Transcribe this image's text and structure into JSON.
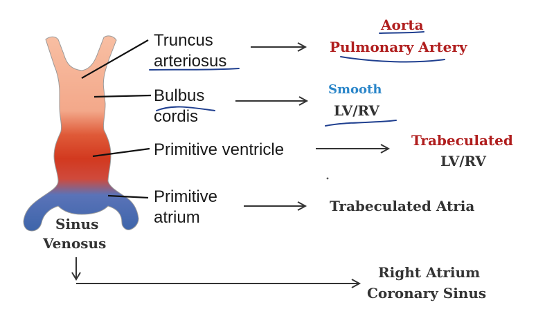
{
  "labels": {
    "truncus_line1": "Truncus",
    "truncus_line2": "arteriosus",
    "bulbus_line1": "Bulbus",
    "bulbus_line2": "cordis",
    "primitive_ventricle": "Primitive ventricle",
    "primitive_atrium_line1": "Primitive",
    "primitive_atrium_line2": "atrium",
    "sinus_line1": "Sinus",
    "sinus_line2": "Venosus"
  },
  "outcomes": {
    "truncus_line1": "Aorta",
    "truncus_line2": "Pulmonary Artery",
    "bulbus_line1": "Smooth",
    "bulbus_line2": "LV/RV",
    "ventricle_line1": "Trabeculated",
    "ventricle_line2": "LV/RV",
    "atrium": "Trabeculated Atria",
    "sinus_line1": "Right Atrium",
    "sinus_line2": "Coronary Sinus"
  },
  "colors": {
    "outcome_red": "#b01e1e",
    "outcome_blue": "#2b86c9",
    "outcome_dark": "#333333",
    "heart_pink": "#f6b69a",
    "heart_red": "#d43a22",
    "heart_blue": "#3a63a8",
    "pen_underline": "#1f3f8f"
  }
}
